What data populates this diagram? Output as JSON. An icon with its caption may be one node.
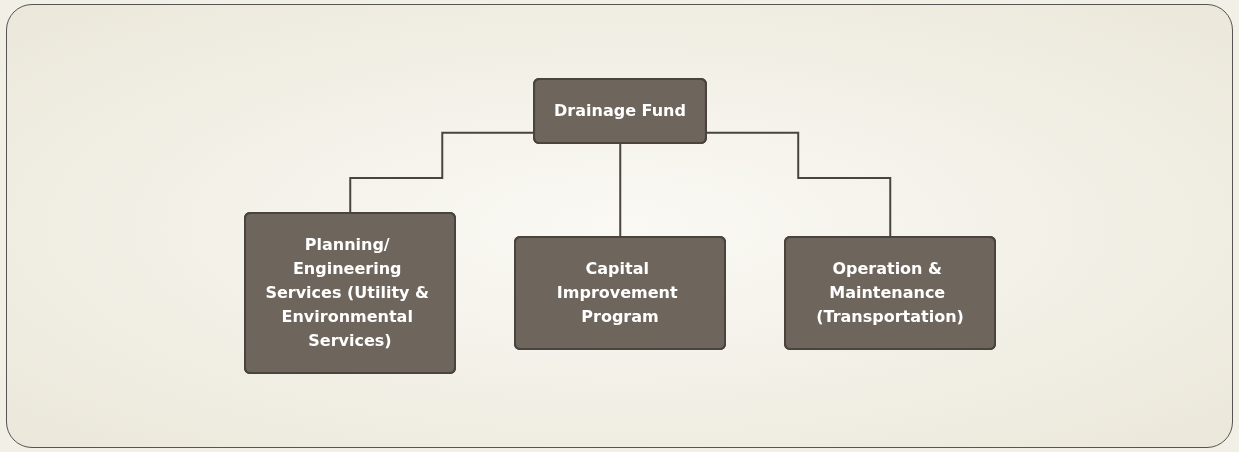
{
  "diagram": {
    "nodes": [
      {
        "text": [
          "Drainage Fund"
        ]
      },
      {
        "text": [
          "Planning/ Engineering Services (Utility & Environmental Services)"
        ]
      },
      {
        "text": [
          "Capital Improvement Program"
        ]
      },
      {
        "text": [
          "Operation & Maintenance (Transportation)"
        ]
      }
    ],
    "edges": [
      {
        "from": 0,
        "to": 1,
        "arrow": "none"
      },
      {
        "from": 0,
        "to": 2,
        "arrow": "none"
      },
      {
        "from": 0,
        "to": 3,
        "arrow": "none"
      }
    ]
  }
}
